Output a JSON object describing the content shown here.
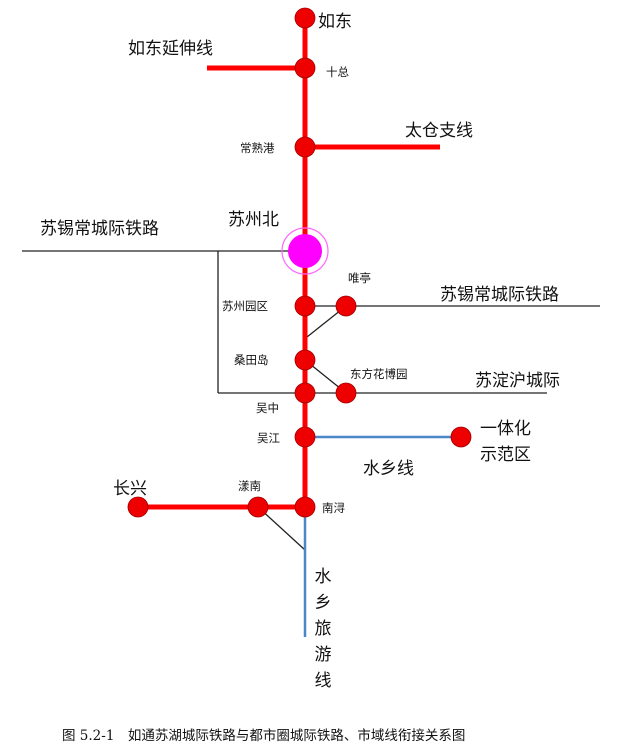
{
  "colors": {
    "main_line": "#ff0000",
    "station": "#ee0000",
    "hub": "#ff00ff",
    "water_line": "#4a86c8",
    "other_line": "#222222"
  },
  "labels": {
    "rudong": "如东",
    "rudong_ext": "如东延伸线",
    "shizong": "十总",
    "taicang": "太仓支线",
    "changshugang": "常熟港",
    "suzhoubei": "苏州北",
    "sxc_left": "苏锡常城际铁路",
    "weiting": "唯亭",
    "suzhouyuanqu": "苏州园区",
    "sxc_right": "苏锡常城际铁路",
    "sangtiandao": "桑田岛",
    "dongfang": "东方花博园",
    "sdh": "苏淀沪城际",
    "wuzhong": "吴中",
    "wujiang": "吴江",
    "yitihua": "一体化",
    "shifanqu": "示范区",
    "shuixiang": "水乡线",
    "changxing": "长兴",
    "yangnan": "漾南",
    "nanxun": "南浔",
    "shuixiang_tour": "水乡旅游线"
  },
  "caption": "图 5.2-1　如通苏湖城际铁路与都市圈城际铁路、市域线衔接关系图"
}
